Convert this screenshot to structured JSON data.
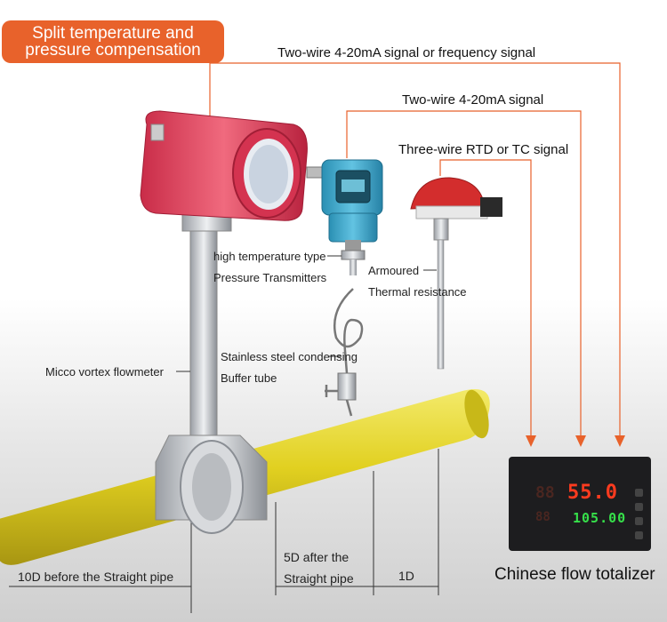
{
  "banner": {
    "line1": "Split temperature and",
    "line2": "pressure compensation"
  },
  "signals": {
    "s1": "Two-wire 4-20mA signal or frequency signal",
    "s2": "Two-wire 4-20mA signal",
    "s3": "Three-wire RTD or TC signal"
  },
  "labels": {
    "pt_line1": "high temperature type",
    "pt_line2": "Pressure Transmitters",
    "tr_line1": "Armoured",
    "tr_line2": "Thermal resistance",
    "flowmeter": "Micco vortex flowmeter",
    "buffer_line1": "Stainless steel condensing",
    "buffer_line2": "Buffer tube"
  },
  "dimensions": {
    "before": "10D before the Straight pipe",
    "after_line1": "5D after the",
    "after_line2": "Straight pipe",
    "one_d": "1D"
  },
  "totalizer": {
    "title": "Chinese flow totalizer",
    "reading1": "55.0",
    "reading2": "105.00"
  },
  "colors": {
    "accent": "#e8622b",
    "housing": "#e23b54",
    "pipe": "#e6d52a",
    "transmitter": "#3aa7c9"
  }
}
